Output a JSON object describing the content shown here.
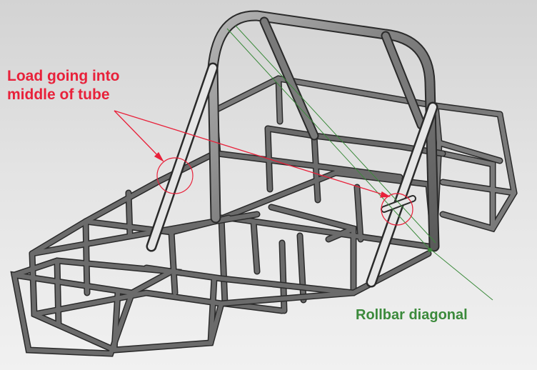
{
  "annotations": {
    "load_line1": "Load going into",
    "load_line2": "middle of tube",
    "rollbar": "Rollbar diagonal"
  },
  "colors": {
    "background_top": "#d3d3d3",
    "background_bottom": "#f1f1f1",
    "frame_tube": "#6b6b6b",
    "frame_outline": "#2a2a2a",
    "rollbar_tube": "#8a8a8a",
    "highlight_tube": "#e6e6e6",
    "load_annotation": "#e8213a",
    "rollbar_annotation": "#3b8a3b"
  }
}
